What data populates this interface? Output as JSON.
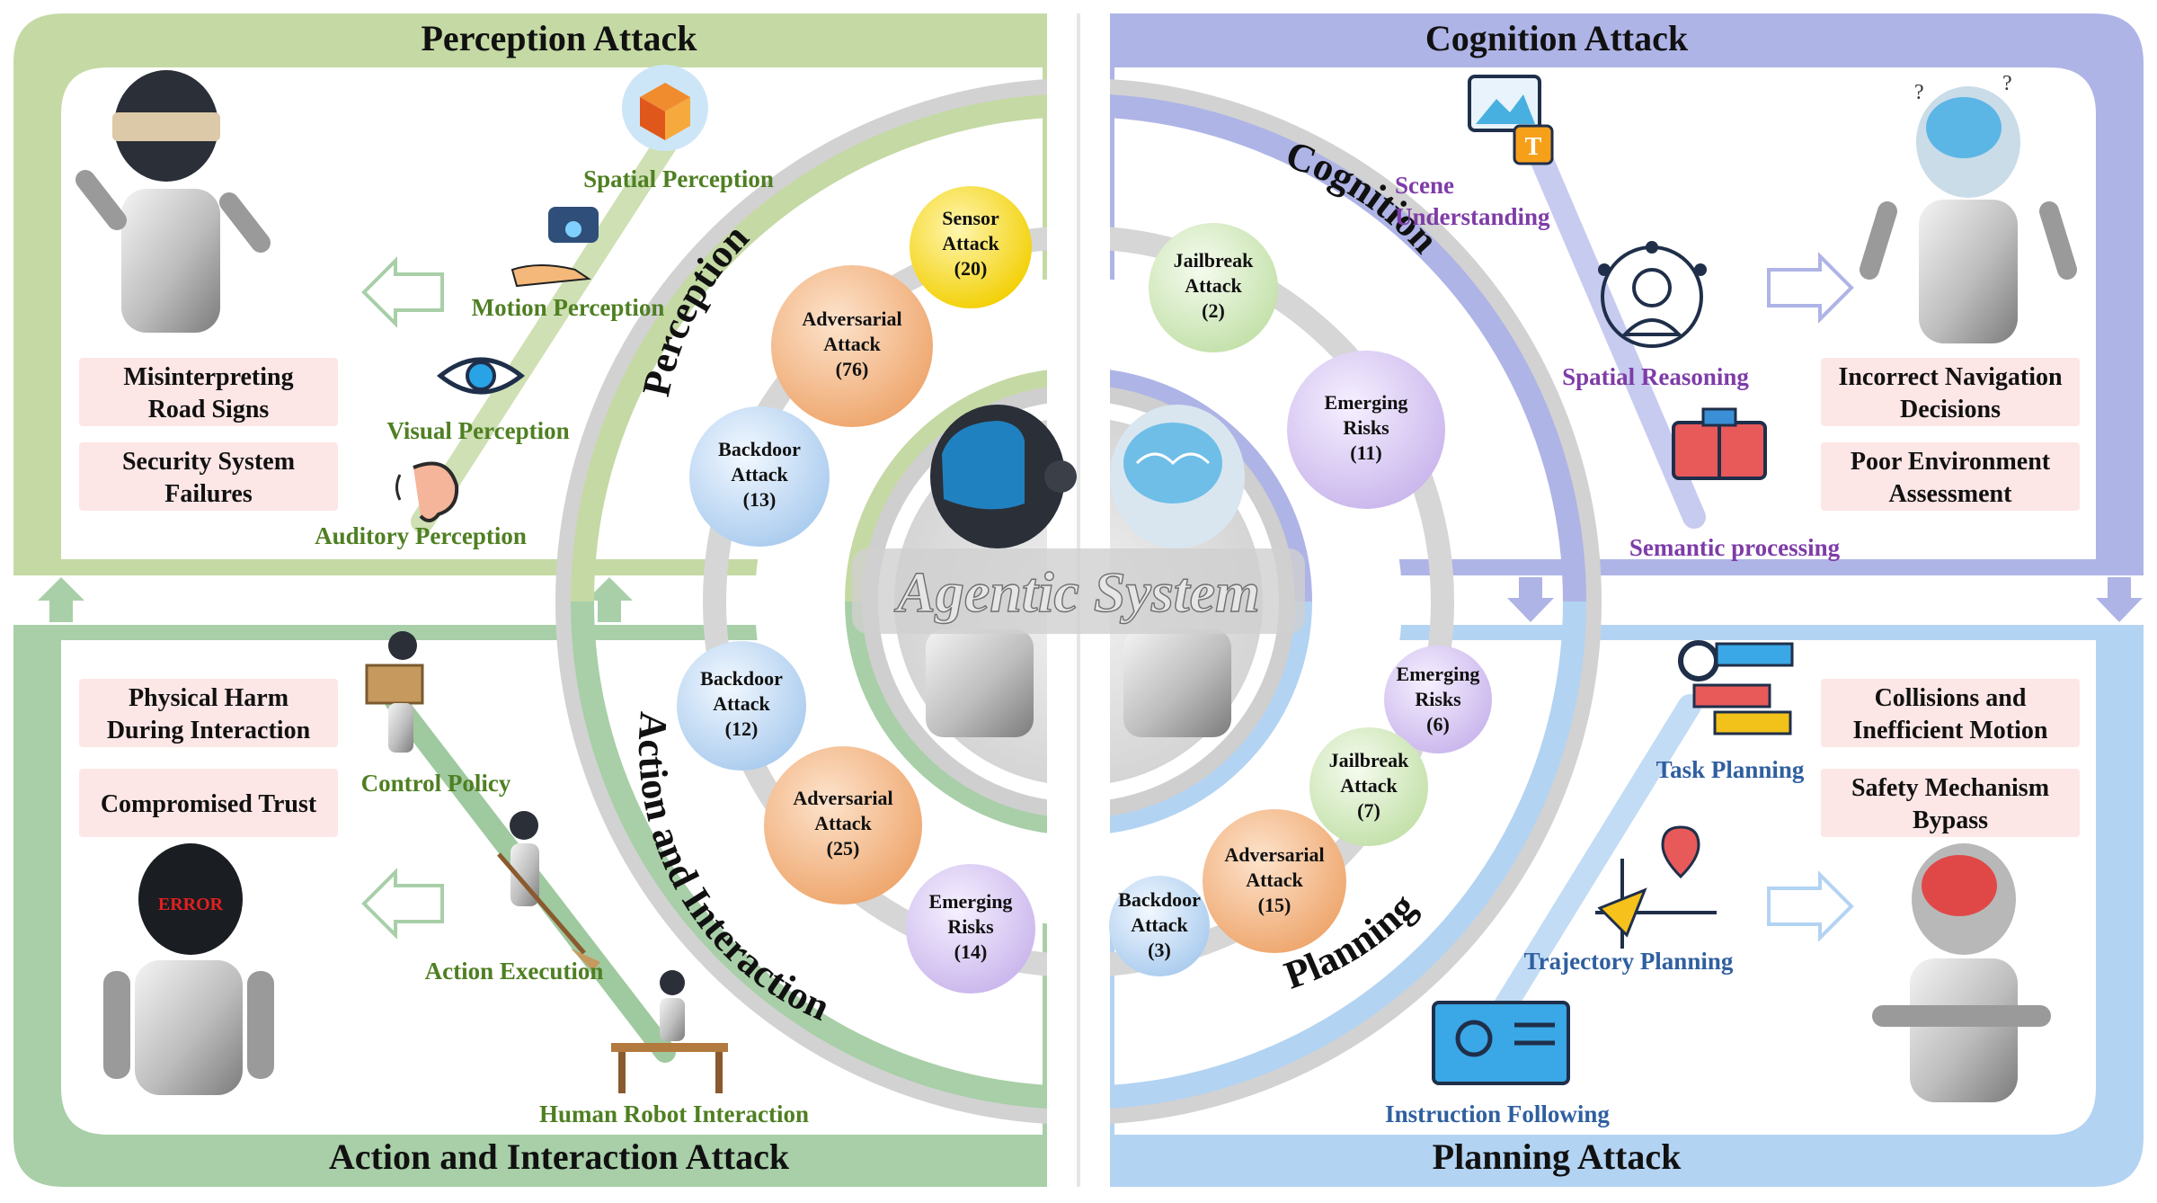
{
  "center": {
    "title": "Agentic System"
  },
  "ring_labels": {
    "perception": "Perception",
    "cognition": "Cognition",
    "planning": "Planning",
    "action": "Action and Interaction"
  },
  "quadrants": {
    "perception": {
      "title": "Perception Attack",
      "color": "#c5d9a4",
      "nodes": [
        "Spatial Perception",
        "Motion Perception",
        "Visual Perception",
        "Auditory Perception"
      ],
      "consequences": [
        [
          "Misinterpreting",
          "Road Signs"
        ],
        [
          "Security System",
          "Failures"
        ]
      ],
      "bubbles": [
        {
          "lines": [
            "Sensor",
            "Attack",
            "(20)"
          ],
          "color": "#f5d400"
        },
        {
          "lines": [
            "Adversarial",
            "Attack",
            "(76)"
          ],
          "color": "#f0b27a"
        },
        {
          "lines": [
            "Backdoor",
            "Attack",
            "(13)"
          ],
          "color": "#bcd6f0"
        }
      ]
    },
    "cognition": {
      "title": "Cognition Attack",
      "color": "#aeb4e6",
      "nodes": [
        [
          "Scene",
          "Understanding"
        ],
        "Spatial Reasoning",
        "Semantic processing"
      ],
      "consequences": [
        [
          "Incorrect Navigation",
          "Decisions"
        ],
        [
          "Poor Environment",
          "Assessment"
        ]
      ],
      "bubbles": [
        {
          "lines": [
            "Jailbreak",
            "Attack",
            "(2)"
          ],
          "color": "#cfe6b8"
        },
        {
          "lines": [
            "Emerging",
            "Risks",
            "(11)"
          ],
          "color": "#d7c6ee"
        }
      ]
    },
    "planning": {
      "title": "Planning Attack",
      "color": "#b3d3f2",
      "nodes": [
        "Task Planning",
        "Trajectory Planning",
        "Instruction Following"
      ],
      "consequences": [
        [
          "Collisions and",
          "Inefficient Motion"
        ],
        [
          "Safety Mechanism",
          "Bypass"
        ]
      ],
      "bubbles": [
        {
          "lines": [
            "Emerging",
            "Risks",
            "(6)"
          ],
          "color": "#d7c6ee"
        },
        {
          "lines": [
            "Jailbreak",
            "Attack",
            "(7)"
          ],
          "color": "#cfe6b8"
        },
        {
          "lines": [
            "Adversarial",
            "Attack",
            "(15)"
          ],
          "color": "#f0b27a"
        },
        {
          "lines": [
            "Backdoor",
            "Attack",
            "(3)"
          ],
          "color": "#bcd6f0"
        }
      ]
    },
    "action": {
      "title": "Action and Interaction Attack",
      "color": "#a8cfa8",
      "nodes": [
        "Control Policy",
        "Action Execution",
        "Human Robot Interaction"
      ],
      "consequences": [
        [
          "Physical Harm",
          "During Interaction"
        ],
        [
          "Compromised Trust"
        ]
      ],
      "bubbles": [
        {
          "lines": [
            "Backdoor",
            "Attack",
            "(12)"
          ],
          "color": "#bcd6f0"
        },
        {
          "lines": [
            "Adversarial",
            "Attack",
            "(25)"
          ],
          "color": "#f0b27a"
        },
        {
          "lines": [
            "Emerging",
            "Risks",
            "(14)"
          ],
          "color": "#d7c6ee"
        }
      ]
    }
  },
  "icons": {
    "robot_blindfold": "robot-blindfolded-icon",
    "robot_confused": "robot-confused-brain-icon",
    "robot_error": "robot-error-face-icon",
    "robot_red_brain": "robot-red-brain-icon",
    "robot_center_left": "robot-head-visor-icon",
    "robot_center_right": "robot-head-brain-icon",
    "spatial": "cube-axes-icon",
    "motion": "motion-sensor-hand-icon",
    "visual": "eye-icon",
    "auditory": "ear-icon",
    "scene": "image-text-icon",
    "spatial_reasoning": "head-radar-icon",
    "semantic": "book-flowchart-icon",
    "task_planning": "gear-numbered-steps-icon",
    "trajectory": "axes-location-pin-icon",
    "instruction": "manual-touch-icon",
    "control_policy": "robot-carrying-box-icon",
    "action_execution": "robot-sweeping-icon",
    "hri": "robot-at-table-icon"
  },
  "colors": {
    "perception": "#c5d9a4",
    "cognition": "#aeb4e6",
    "planning": "#b3d3f2",
    "action": "#a8cfa8",
    "consequence_box": "#fde6e6"
  }
}
